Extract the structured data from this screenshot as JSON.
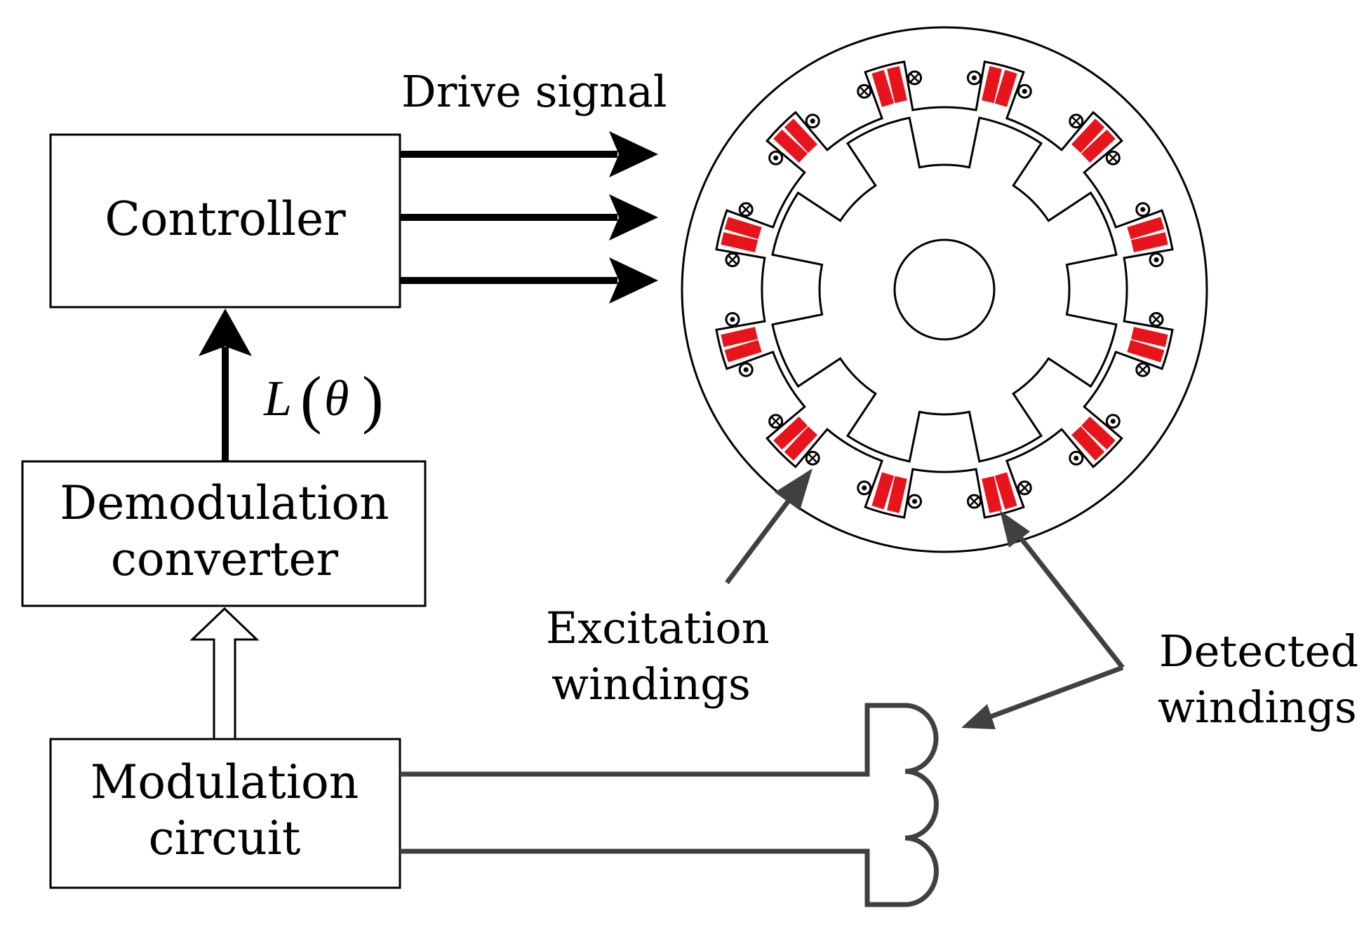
{
  "blocks": {
    "controller": "Controller",
    "demodulation_line1": "Demodulation",
    "demodulation_line2": "converter",
    "modulation_line1": "Modulation",
    "modulation_line2": "circuit"
  },
  "labels": {
    "drive_signal": "Drive signal",
    "feedback_symbol": "L",
    "feedback_open": "(",
    "feedback_theta": "θ",
    "feedback_close": ")",
    "excitation_line1": "Excitation",
    "excitation_line2": "windings",
    "detected_line1": "Detected",
    "detected_line2": "windings"
  },
  "colors": {
    "winding": "#e8141c",
    "arrow_gray": "#404040",
    "line": "#000000"
  },
  "motor": {
    "stator_poles": 12,
    "rotor_poles": 8
  }
}
